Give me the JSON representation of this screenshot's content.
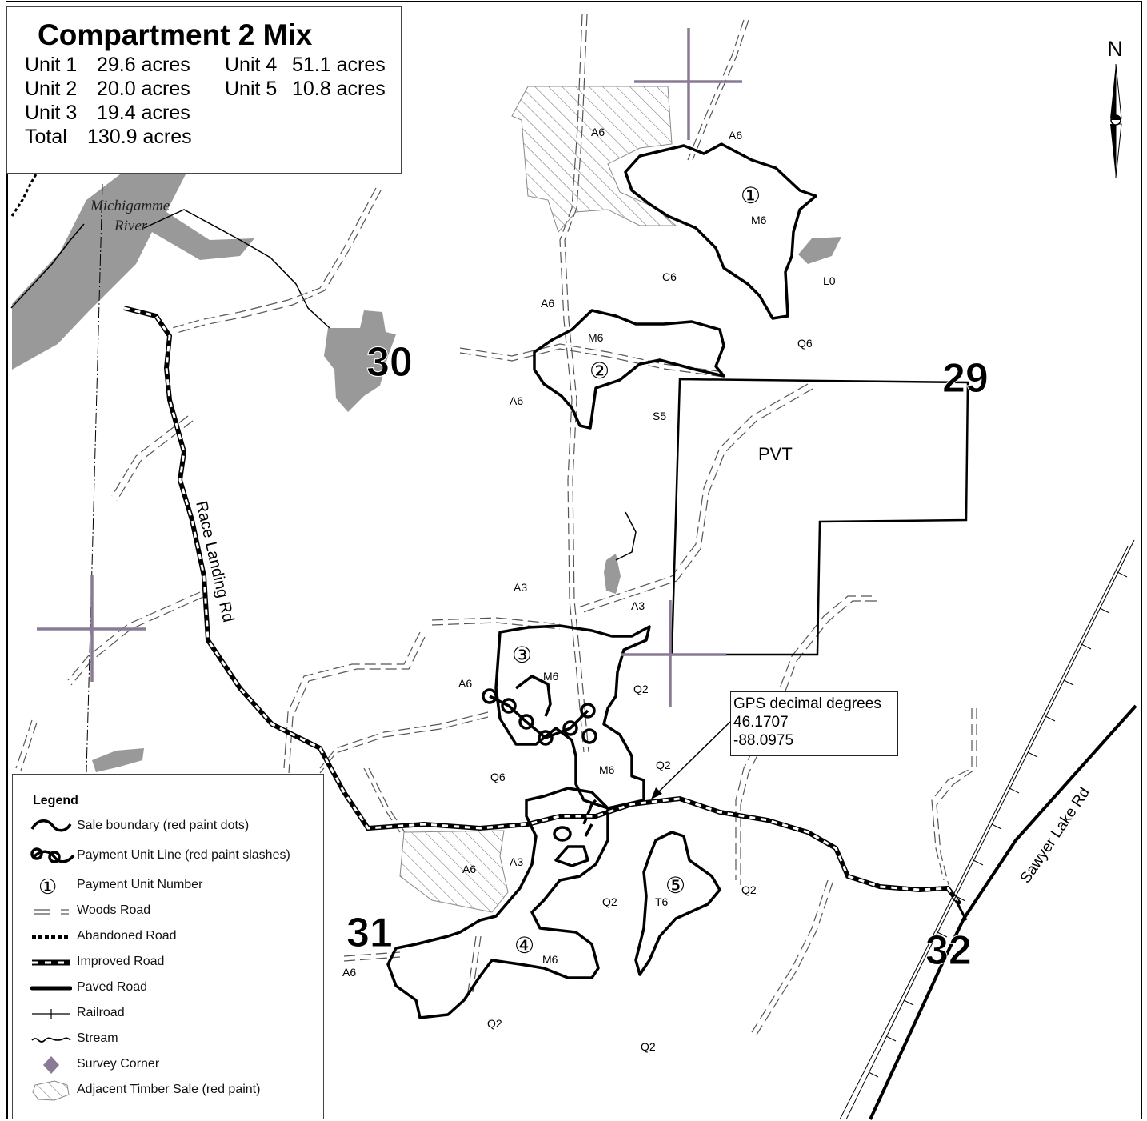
{
  "title": "Compartment 2 Mix",
  "acreage": [
    {
      "unit": "Unit 1",
      "acres": "29.6 acres"
    },
    {
      "unit": "Unit 2",
      "acres": "20.0 acres"
    },
    {
      "unit": "Unit 3",
      "acres": "19.4 acres"
    },
    {
      "unit": "Unit 4",
      "acres": "51.1 acres"
    },
    {
      "unit": "Unit 5",
      "acres": "10.8 acres"
    },
    {
      "unit": "Total",
      "acres": "130.9 acres"
    }
  ],
  "north_label": "N",
  "legend": {
    "title": "Legend",
    "items": [
      {
        "label": "Sale boundary (red paint dots)",
        "icon": "sale-boundary-icon"
      },
      {
        "label": "Payment Unit Line (red paint slashes)",
        "icon": "payment-unit-line-icon"
      },
      {
        "label": "Payment Unit Number",
        "icon": "unit-number-icon",
        "symbol": "①"
      },
      {
        "label": "Woods Road",
        "icon": "woods-road-icon"
      },
      {
        "label": "Abandoned Road",
        "icon": "abandoned-road-icon"
      },
      {
        "label": "Improved Road",
        "icon": "improved-road-icon"
      },
      {
        "label": "Paved Road",
        "icon": "paved-road-icon"
      },
      {
        "label": "Railroad",
        "icon": "railroad-icon"
      },
      {
        "label": "Stream",
        "icon": "stream-icon"
      },
      {
        "label": "Survey Corner",
        "icon": "survey-corner-icon"
      },
      {
        "label": "Adjacent Timber Sale (red paint)",
        "icon": "adjacent-sale-icon"
      }
    ]
  },
  "gps": {
    "heading": "GPS decimal degrees",
    "lat": "46.1707",
    "lon": "-88.0975"
  },
  "sections": [
    "30",
    "29",
    "31",
    "32"
  ],
  "unit_numbers": [
    "①",
    "②",
    "③",
    "④",
    "⑤"
  ],
  "place_labels": {
    "river_line1": "Michigamme",
    "river_line2": "River",
    "race_landing_rd": "Race Landing Rd",
    "sawyer_lake_rd": "Sawyer Lake Rd",
    "pvt": "PVT"
  },
  "stand_codes": [
    "A6",
    "A6",
    "M6",
    "C6",
    "L0",
    "A6",
    "M6",
    "Q6",
    "A6",
    "S5",
    "A3",
    "A3",
    "M6",
    "A6",
    "Q2",
    "M6",
    "Q6",
    "Q2",
    "A6",
    "A3",
    "Q2",
    "T6",
    "Q2",
    "M6",
    "A6",
    "Q2",
    "Q2"
  ],
  "colors": {
    "water": "#999999",
    "survey": "#8a7a96",
    "line": "#000000"
  }
}
